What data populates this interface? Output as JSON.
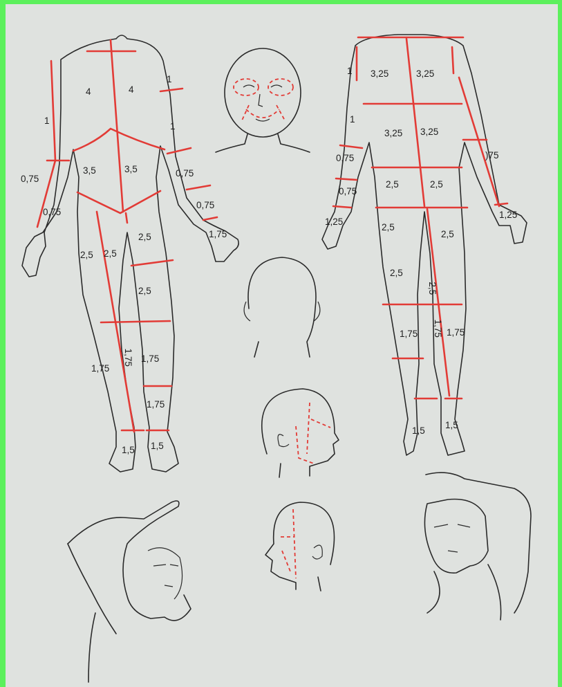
{
  "front": {
    "chest_left": "4",
    "chest_right": "4",
    "upper_arm_left": "1",
    "upper_arm_right_top": "1",
    "upper_arm_right_mid": "1",
    "abdomen_left": "3,5",
    "abdomen_right": "3,5",
    "forearm_left_upper": "0,75",
    "forearm_left_lower": "0,75",
    "forearm_right_upper": "0,75",
    "forearm_right_lower": "0,75",
    "hand_right": "1,75",
    "thigh_left_outer": "2,5",
    "thigh_left_inner": "2,5",
    "thigh_right_upper": "2,5",
    "thigh_right_lower": "2,5",
    "shin_left": "1,75",
    "shin_left_vertical": "1,75",
    "shin_right_upper": "1,75",
    "shin_right_lower": "1,75",
    "foot_left": "1,5",
    "foot_right": "1,5"
  },
  "back": {
    "upper_back_left": "3,25",
    "upper_back_right": "3,25",
    "mid_back_left": "3,25",
    "mid_back_right": "3,25",
    "upper_arm_left_top": "1",
    "upper_arm_left_mid": "1",
    "forearm_left_upper": "0,75",
    "forearm_left_lower": "0,75",
    "forearm_right": ")75",
    "hand_left": "1,25",
    "hand_right": "1,25",
    "lower_back_left": "2,5",
    "lower_back_right": "2,5",
    "thigh_left_upper": "2,5",
    "thigh_left_lower": "2,5",
    "thigh_right": "2,5",
    "thigh_right_vertical": "2,5",
    "shin_left": "1,75",
    "shin_right": "1,75",
    "shin_center_vertical": "1,75",
    "foot_left": "1,5",
    "foot_right": "1,5"
  },
  "colors": {
    "zone_line": "#e23b36",
    "outline": "#2a2a2a",
    "paper": "#dfe2df",
    "frame": "#5cf05c"
  }
}
